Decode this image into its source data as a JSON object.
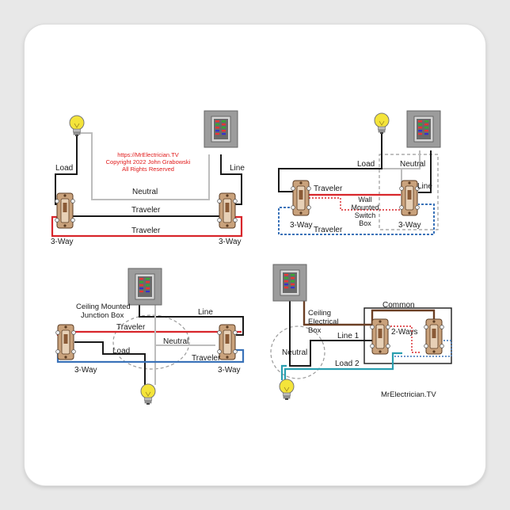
{
  "colors": {
    "hot": "#1a1a1a",
    "neutral": "#bdbdbd",
    "traveler_red": "#d8262b",
    "traveler_blue": "#3b73b9",
    "common_brown": "#6b3f24",
    "load_teal": "#2a9fb0",
    "credit_red": "#e11a1a",
    "panel_gray": "#9c9c9c",
    "bulb_yellow": "#f4e43a"
  },
  "icons": {
    "bulb": "light-bulb-icon",
    "panel": "breaker-panel-icon",
    "switch": "toggle-switch-icon"
  },
  "credits": {
    "url": "https://MrElectrician.TV",
    "copyright": "Copyright 2022 John Grabowski",
    "rights": "All Rights Reserved"
  },
  "brand": "MrElectrician.TV",
  "diagram1": {
    "load": "Load",
    "line": "Line",
    "neutral": "Neutral",
    "traveler1": "Traveler",
    "traveler2": "Traveler",
    "left_switch": "3-Way",
    "right_switch": "3-Way"
  },
  "diagram2": {
    "load": "Load",
    "neutral": "Neutral",
    "line": "Line",
    "traveler1": "Traveler",
    "traveler2": "Traveler",
    "box": [
      "Wall",
      "Mounted",
      "Switch",
      "Box"
    ],
    "left_switch": "3-Way",
    "right_switch": "3-Way"
  },
  "diagram3": {
    "box": [
      "Ceiling Mounted",
      "Junction Box"
    ],
    "line": "Line",
    "traveler1": "Traveler",
    "traveler2": "Traveler",
    "load": "Load",
    "neutral": "Neutral",
    "left_switch": "3-Way",
    "right_switch": "3-Way"
  },
  "diagram4": {
    "common": "Common",
    "box": [
      "Ceiling",
      "Electrical",
      "Box"
    ],
    "line1": "Line 1",
    "load2": "Load 2",
    "neutral": "Neutral",
    "switches": "2-Ways"
  }
}
